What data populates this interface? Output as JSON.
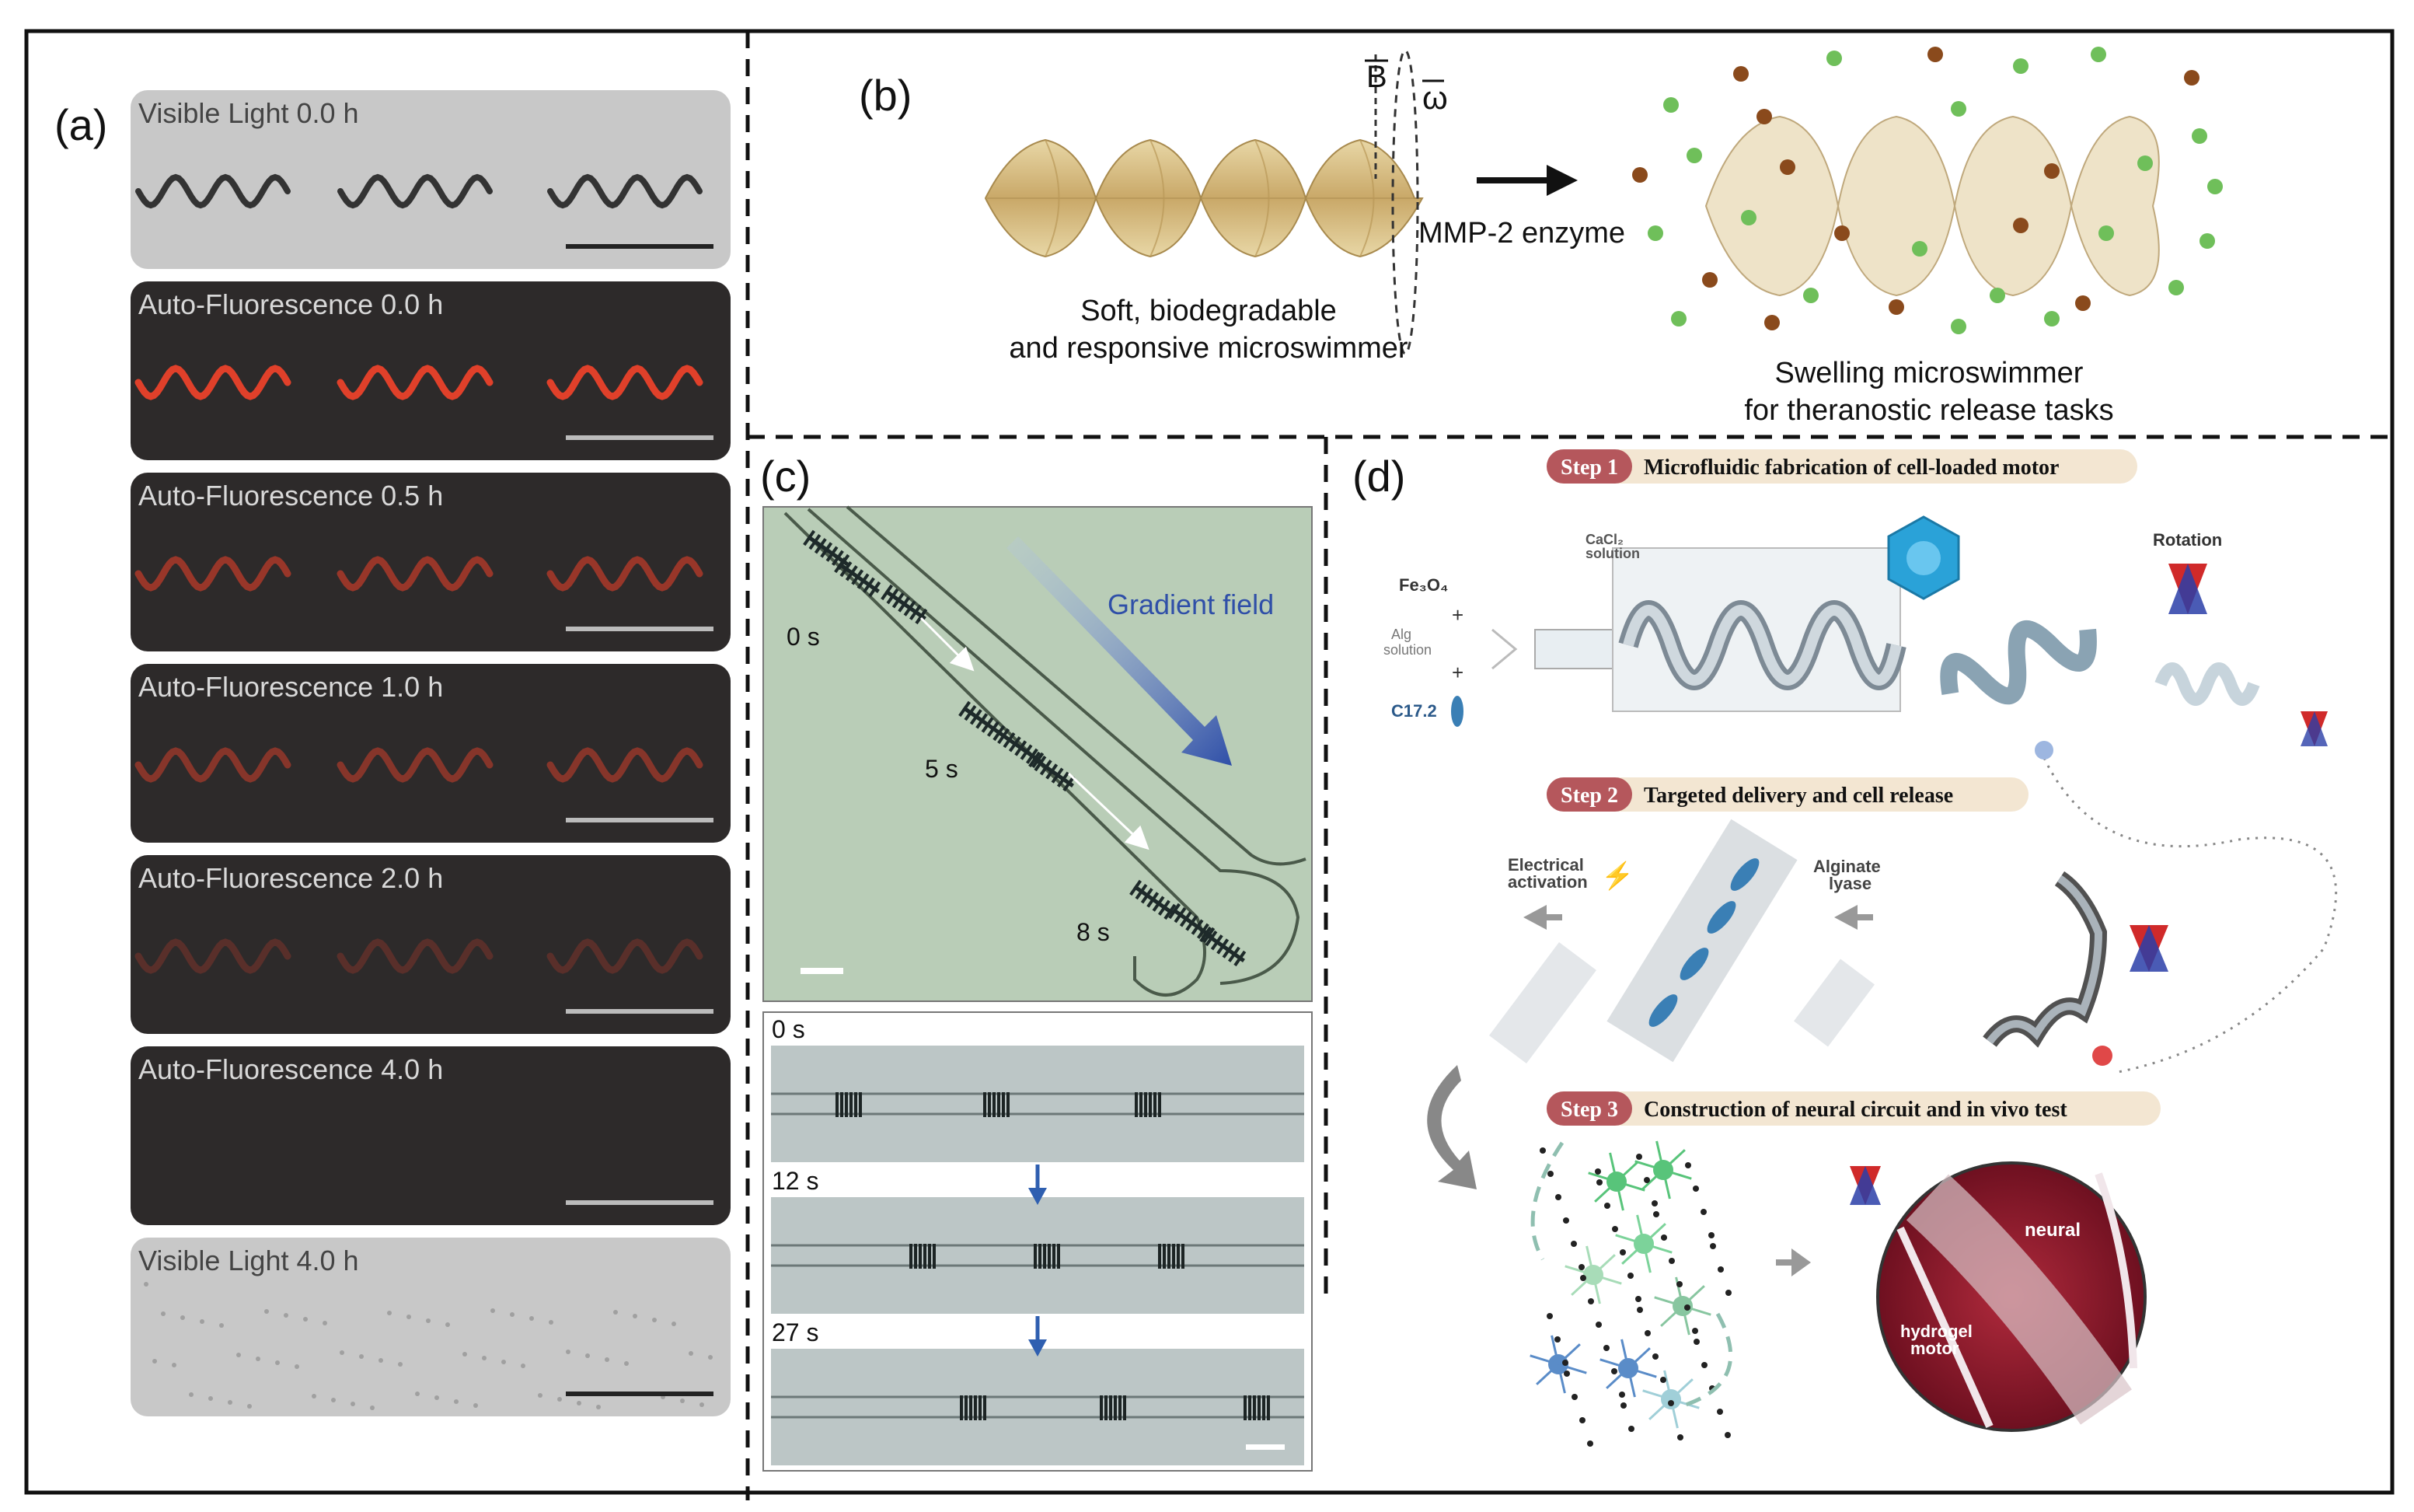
{
  "panel_a": {
    "label": "(a)",
    "rows": [
      {
        "caption": "Visible Light 0.0 h",
        "mode": "visible",
        "intensity": 1.0
      },
      {
        "caption": "Auto-Fluorescence 0.0 h",
        "mode": "fluor",
        "intensity": 1.0
      },
      {
        "caption": "Auto-Fluorescence 0.5 h",
        "mode": "fluor",
        "intensity": 0.6
      },
      {
        "caption": "Auto-Fluorescence 1.0 h",
        "mode": "fluor",
        "intensity": 0.5
      },
      {
        "caption": "Auto-Fluorescence 2.0 h",
        "mode": "fluor",
        "intensity": 0.25
      },
      {
        "caption": "Auto-Fluorescence 4.0 h",
        "mode": "fluor",
        "intensity": 0.0
      },
      {
        "caption": "Visible Light 4.0 h",
        "mode": "visible",
        "intensity": 0.0
      }
    ]
  },
  "panel_b": {
    "label": "(b)",
    "field_b": "B",
    "field_omega": "ω",
    "enzyme": "MMP-2 enzyme",
    "left_caption_1": "Soft, biodegradable",
    "left_caption_2": "and responsive microswimmer",
    "right_caption_1": "Swelling microswimmer",
    "right_caption_2": "for theranostic release tasks"
  },
  "panel_c": {
    "label": "(c)",
    "gradient_label": "Gradient field",
    "top_times": [
      "0 s",
      "5 s",
      "8 s"
    ],
    "bottom_times": [
      "0 s",
      "12 s",
      "27 s"
    ]
  },
  "panel_d": {
    "label": "(d)",
    "step1_tag": "Step 1",
    "step1_text": "Microfluidic fabrication of cell-loaded motor",
    "step2_tag": "Step 2",
    "step2_text": "Targeted delivery and cell release",
    "step3_tag": "Step 3",
    "step3_text": "Construction of neural circuit and in vivo test",
    "fe3o4": "Fe₃O₄",
    "alg_1": "Alg",
    "alg_2": "solution",
    "c172": "C17.2",
    "cacl2_1": "CaCl₂",
    "cacl2_2": "solution",
    "rotation": "Rotation",
    "electrical_1": "Electrical",
    "electrical_2": "activation",
    "alginate_1": "Alginate",
    "alginate_2": "lyase",
    "neural": "neural",
    "hydrogel_1": "hydrogel",
    "hydrogel_2": "motor"
  },
  "colors": {
    "fluor_red": "#e0402a",
    "step_tag": "#b5575c",
    "step_bg": "#f3e6d2",
    "arrow_blue": "#2f4fa8",
    "particle_green": "#6fbf5a",
    "particle_brown": "#8a4a1c"
  }
}
